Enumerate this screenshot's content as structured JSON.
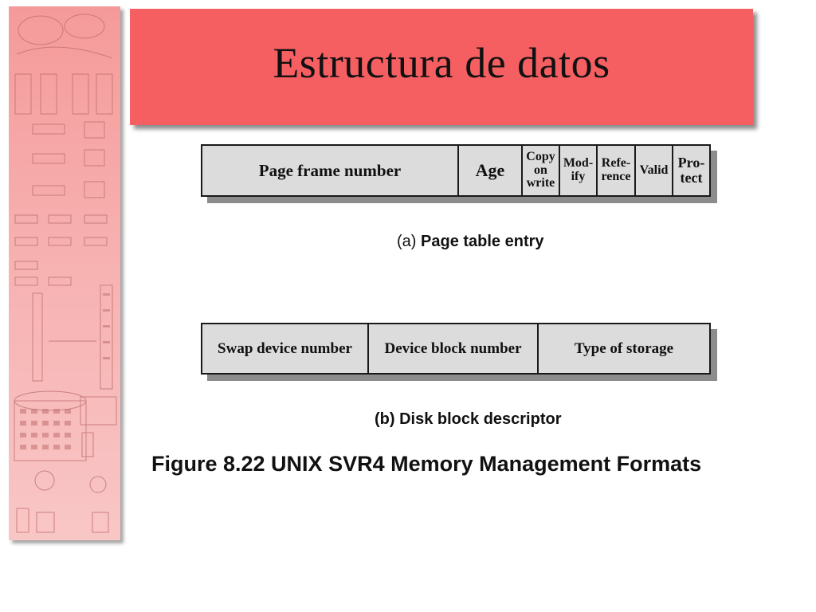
{
  "slide": {
    "title": "Estructura de datos"
  },
  "page_table_entry": {
    "fields": [
      "Page frame number",
      "Age",
      "Copy\non\nwrite",
      "Mod-\nify",
      "Refe-\nrence",
      "Valid",
      "Pro-\ntect"
    ],
    "caption_tag": "(a)",
    "caption_text": "Page table entry"
  },
  "disk_block_descriptor": {
    "fields": [
      "Swap device number",
      "Device block number",
      "Type of storage"
    ],
    "caption": "(b) Disk block descriptor"
  },
  "figure": {
    "caption": "Figure 8.22  UNIX SVR4 Memory Management Formats"
  },
  "colors": {
    "banner": "#f65f62",
    "strip": "#f7b0b0",
    "cell_fill": "#dcdcdc"
  }
}
